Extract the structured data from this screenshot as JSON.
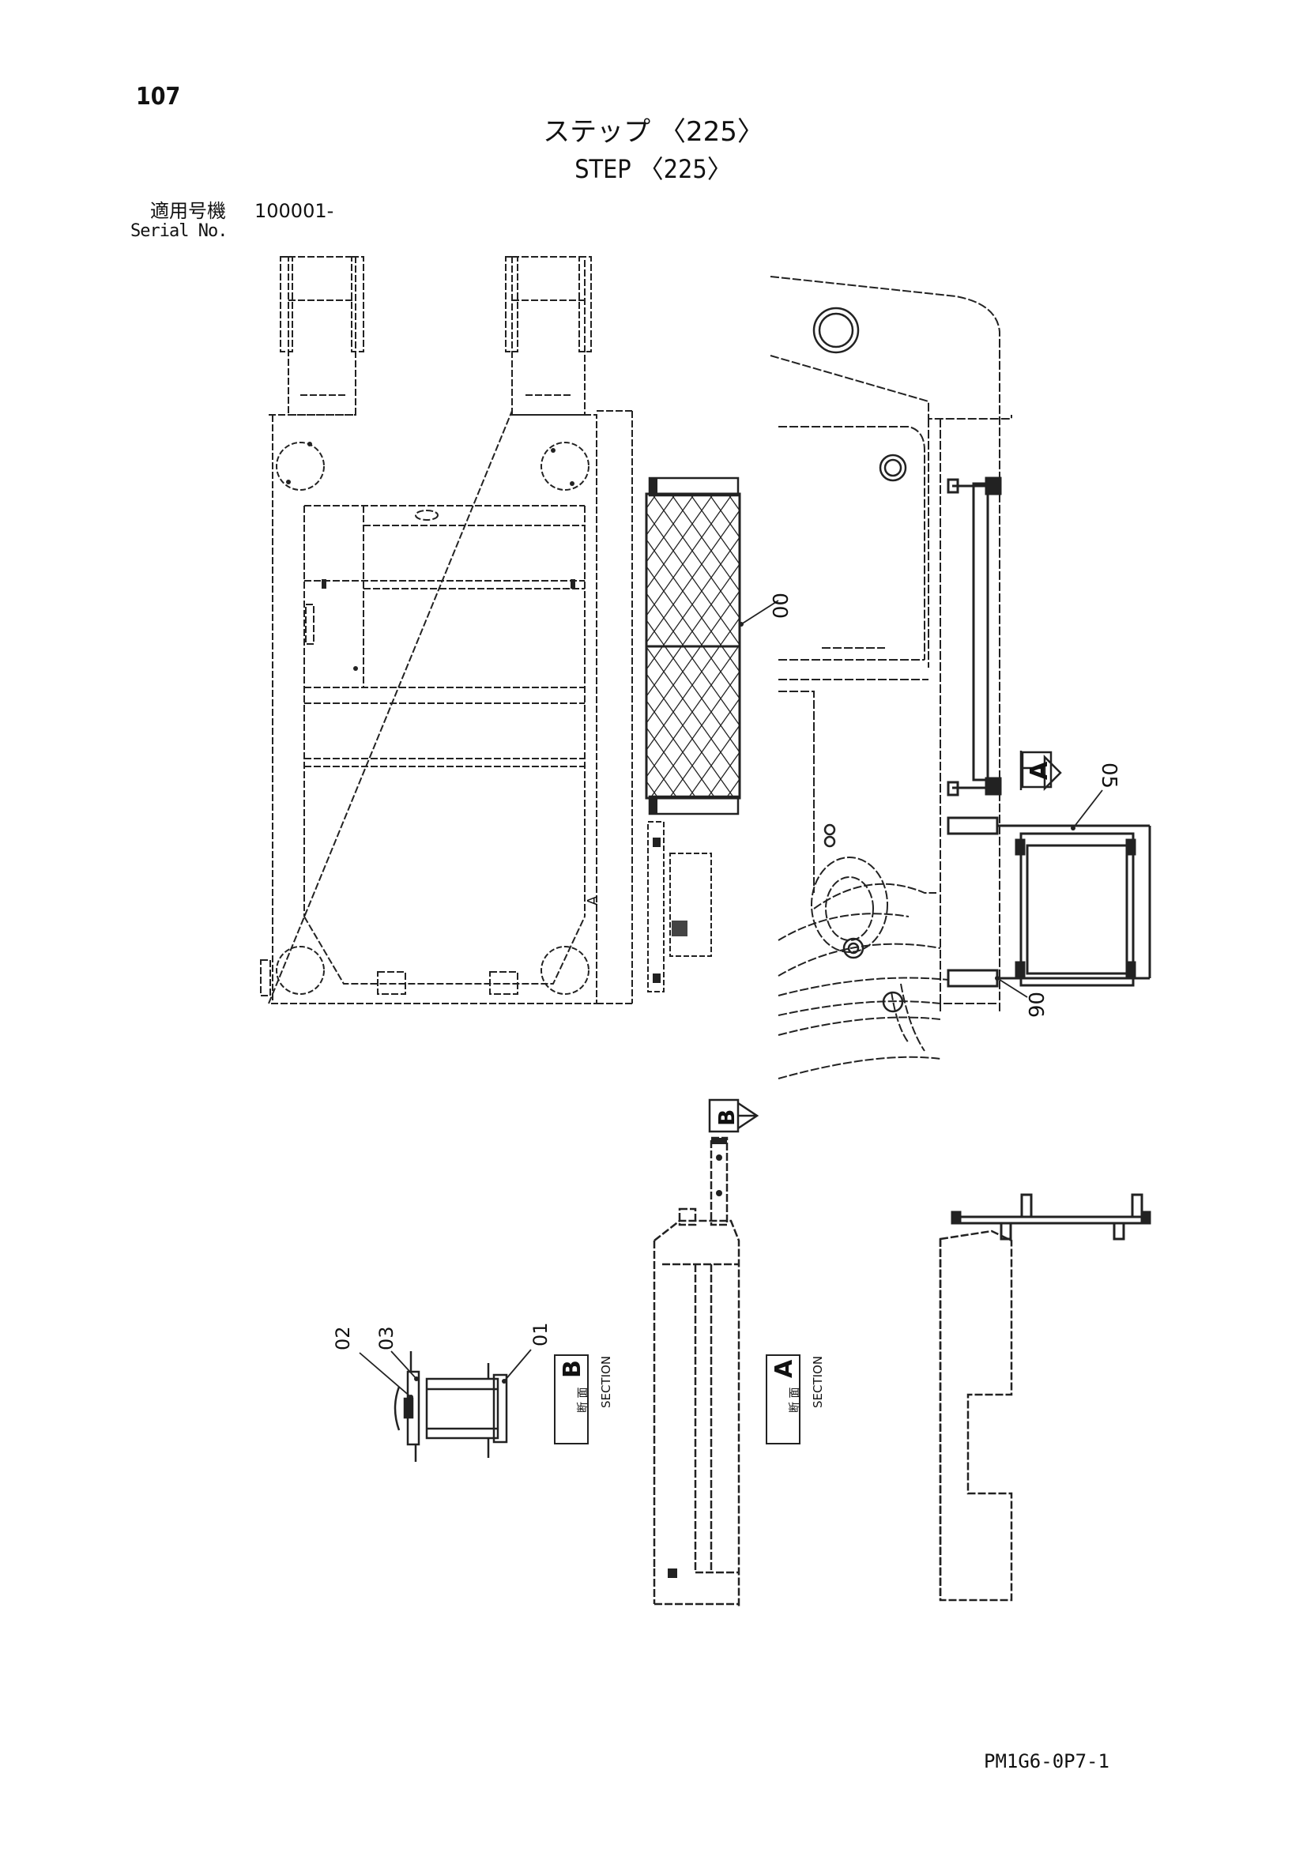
{
  "page": {
    "page_number": "107",
    "title_jp": "ステップ 〈225〉",
    "title_en": "STEP 〈225〉",
    "serial_label_jp": "適用号機",
    "serial_value": "100001-",
    "serial_label_en": "Serial No.",
    "drawing_code": "PM1G6-0P7-1"
  },
  "callouts": {
    "c00": "00",
    "c01": "01",
    "c02": "02",
    "c03": "03",
    "c05": "05",
    "c06": "06"
  },
  "view_marks": {
    "a_arrow": "A",
    "b_arrow": "B",
    "a_small": "A"
  },
  "sections": {
    "section_word": "SECTION",
    "jp_word": "断 面",
    "section_a_letter": "A",
    "section_b_letter": "B"
  }
}
